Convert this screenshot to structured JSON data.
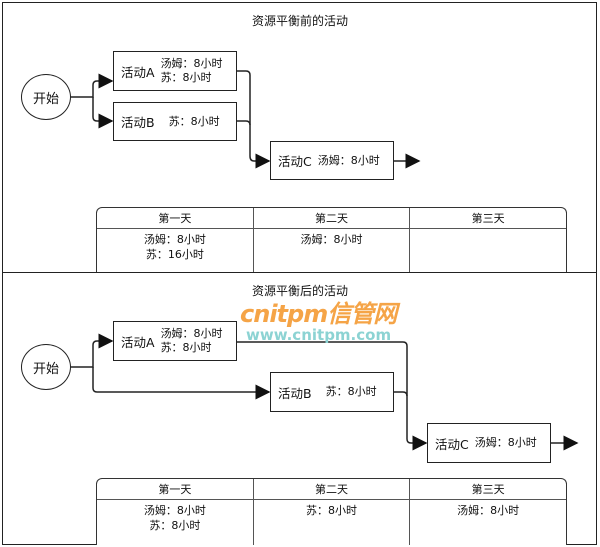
{
  "before": {
    "title": "资源平衡前的活动",
    "start": "开始",
    "activities": [
      {
        "name": "活动A",
        "resources": [
          "汤姆：8小时",
          "苏：8小时"
        ]
      },
      {
        "name": "活动B",
        "resources": [
          "苏：8小时"
        ]
      },
      {
        "name": "活动C",
        "resources": [
          "汤姆：8小时"
        ]
      }
    ],
    "table": {
      "headers": [
        "第一天",
        "第二天",
        "第三天"
      ],
      "cells": [
        [
          "汤姆：8小时",
          "苏：16小时"
        ],
        [
          "汤姆：8小时"
        ],
        []
      ]
    }
  },
  "after": {
    "title": "资源平衡后的活动",
    "start": "开始",
    "activities": [
      {
        "name": "活动A",
        "resources": [
          "汤姆：8小时",
          "苏：8小时"
        ]
      },
      {
        "name": "活动B",
        "resources": [
          "苏：8小时"
        ]
      },
      {
        "name": "活动C",
        "resources": [
          "汤姆：8小时"
        ]
      }
    ],
    "table": {
      "headers": [
        "第一天",
        "第二天",
        "第三天"
      ],
      "cells": [
        [
          "汤姆：8小时",
          "苏：8小时"
        ],
        [
          "苏：8小时"
        ],
        [
          "汤姆：8小时"
        ]
      ]
    }
  },
  "watermark": {
    "brand": "cnitpm信管网",
    "url": "www.cnitpm.com"
  }
}
